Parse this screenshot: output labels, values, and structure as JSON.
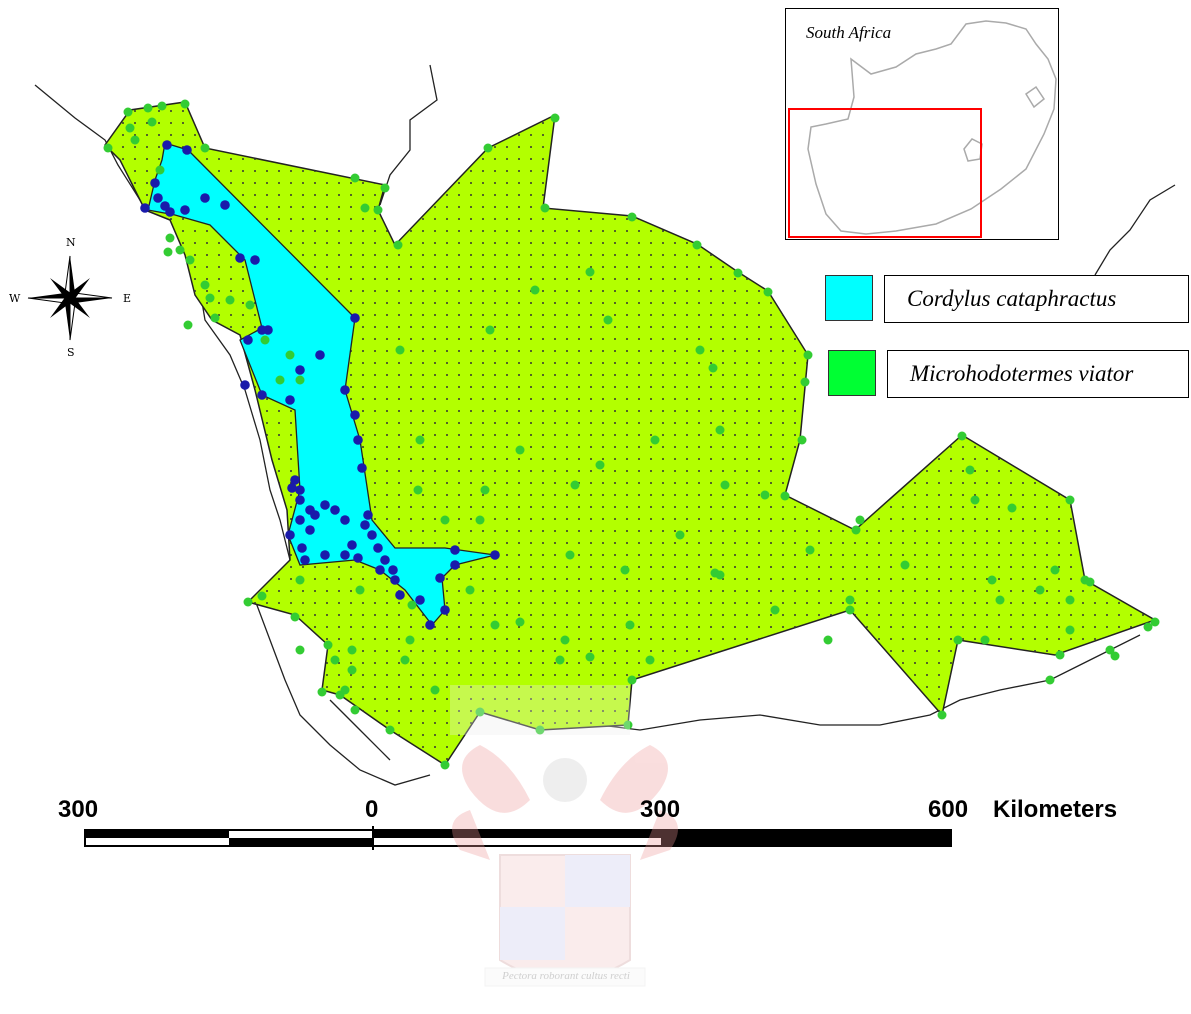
{
  "inset": {
    "title": "South Africa"
  },
  "legend": [
    {
      "label": "Cordylus cataphractus",
      "color": "#00ffff"
    },
    {
      "label": "Microhodotermes viator",
      "color": "#00ff33"
    }
  ],
  "compass": {
    "n": "N",
    "s": "S",
    "e": "E",
    "w": "W"
  },
  "scale_bar": {
    "ticks": [
      "300",
      "0",
      "300",
      "600"
    ],
    "unit": "Kilometers"
  },
  "colors": {
    "region_fill": "#b3ff00",
    "cordylus_fill": "#00ffff",
    "viator_points": "#33cc33",
    "cordylus_points": "#1a1aaa",
    "inset_frame": "#ff0000"
  },
  "watermark": {
    "motto": "Pectora roborant cultus recti"
  }
}
